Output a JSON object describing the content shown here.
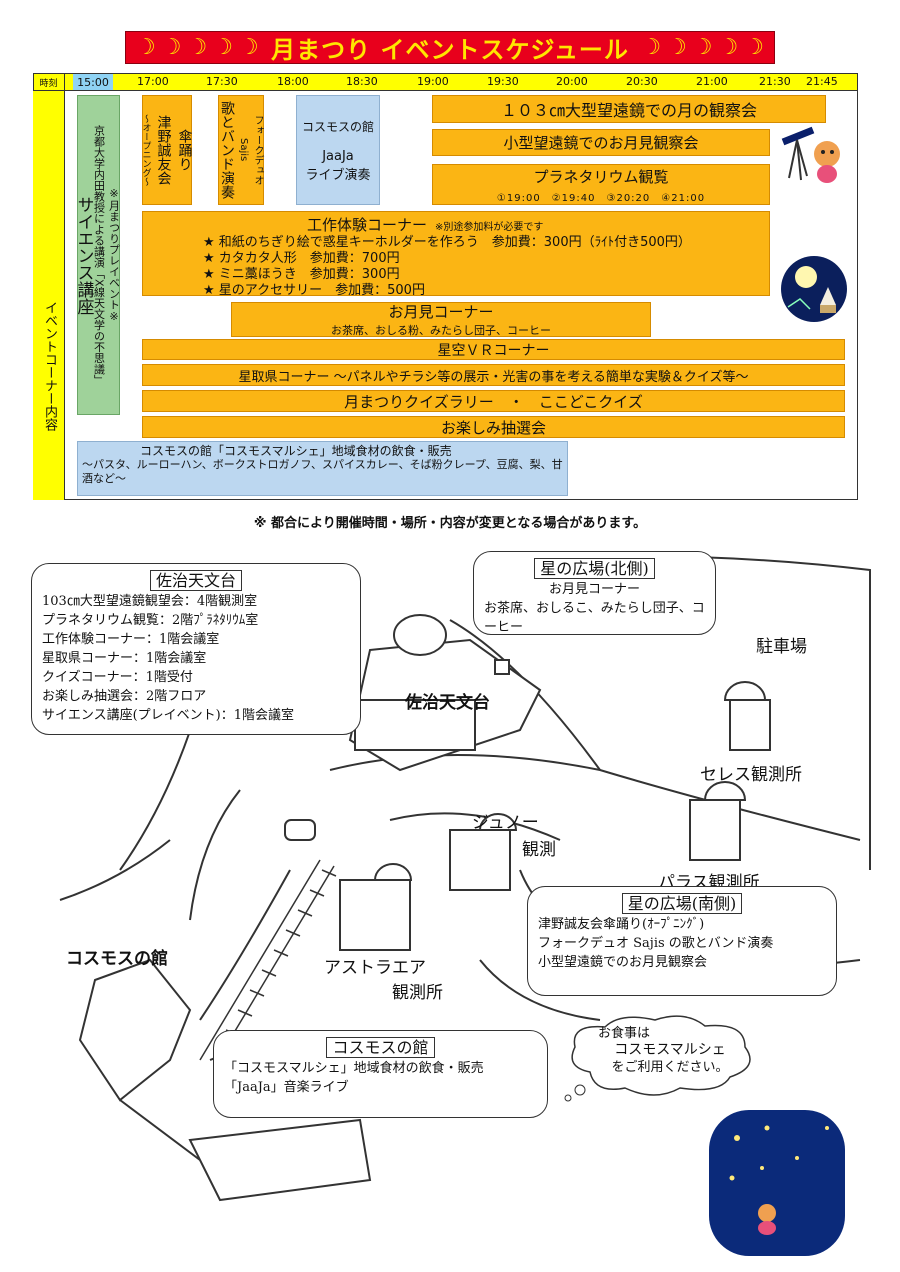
{
  "title": {
    "text": "月まつり イベントスケジュール",
    "moon_glyph": "☽",
    "colors": {
      "banner": "#e8001c",
      "text": "#ffe600"
    }
  },
  "schedule": {
    "corner_label": "時刻",
    "times": [
      "15:00",
      "17:00",
      "17:30",
      "18:00",
      "18:30",
      "19:00",
      "19:30",
      "20:00",
      "20:30",
      "21:00",
      "21:30",
      "21:45"
    ],
    "side_label": "イベントコーナー内容",
    "science": {
      "title": "サイエンス講座",
      "sub1": "京都大学内田教授による講演「X線天文学の不思議」",
      "sub2": "※月まつりプレイベント※"
    },
    "umbrella": {
      "opening": "～オープニング～",
      "line1": "津野誠友会",
      "line2": "傘踊り"
    },
    "fork": {
      "line1": "フォークデュオ",
      "line2": "Sajis",
      "line3": "歌とバンド演奏"
    },
    "cosmos_live": {
      "line1": "コスモスの館",
      "line2": "JaaJa",
      "line3": "ライブ演奏"
    },
    "telescope_103": "１０３㎝大型望遠鏡での月の観察会",
    "small_telescope": "小型望遠鏡でのお月見観察会",
    "planetarium": {
      "title": "プラネタリウム観覧",
      "times": "①19:00　②19:40　③20:20　④21:00"
    },
    "kousaku": {
      "title": "工作体験コーナー",
      "note": "※別途参加料が必要です",
      "items": [
        "★ 和紙のちぎり絵で惑星キーホルダーを作ろう　参加費：300円（ﾗｲﾄ付き500円）",
        "★ カタカタ人形　参加費：700円",
        "★ ミニ藁ほうき　参加費：300円",
        "★ 星のアクセサリー　参加費：500円"
      ]
    },
    "otsukimi": {
      "title": "お月見コーナー",
      "sub": "お茶席、おしる粉、みたらし団子、コーヒー"
    },
    "vr": "星空ＶＲコーナー",
    "hoshitori": "星取県コーナー ～パネルやチラシ等の展示・光害の事を考える簡単な実験＆クイズ等～",
    "quiz": "月まつりクイズラリー　・　ここどこクイズ",
    "lottery": "お楽しみ抽選会",
    "marche": {
      "line1": "コスモスの館「コスモスマルシェ」地域食材の飲食・販売",
      "line2": "～パスタ、ルーローハン、ボークストロガノフ、スパイスカレー、そば粉クレープ、豆腐、梨、甘酒など～"
    }
  },
  "notice": "※ 都合により開催時間・場所・内容が変更となる場合があります。",
  "map": {
    "callout_saji": {
      "title": "佐治天文台",
      "lines": [
        "103㎝大型望遠鏡観望会：4階観測室",
        "プラネタリウム観覧：2階ﾌﾟﾗﾈﾀﾘｳﾑ室",
        "工作体験コーナー：1階会議室",
        "星取県コーナー：1階会議室",
        "クイズコーナー：1階受付",
        "お楽しみ抽選会：2階フロア",
        "サイエンス講座(プレイベント)：1階会議室"
      ]
    },
    "callout_north": {
      "title": "星の広場(北側)",
      "lines": [
        "お月見コーナー",
        "お茶席、おしるこ、みたらし団子、コーヒー"
      ]
    },
    "callout_south": {
      "title": "星の広場(南側)",
      "lines": [
        "津野誠友会傘踊り(ｵｰﾌﾟﾆﾝｸﾞ)",
        "フォークデュオ Sajis の歌とバンド演奏",
        "小型望遠鏡でのお月見観察会"
      ]
    },
    "callout_cosmos": {
      "title": "コスモスの館",
      "lines": [
        "「コスモスマルシェ」地域食材の飲食・販売",
        "「JaaJa」音楽ライブ"
      ]
    },
    "cloud": {
      "line1": "お食事は",
      "line2": "コスモスマルシェ",
      "line3": "をご利用ください。"
    },
    "labels": {
      "saji": "佐治天文台",
      "parking": "駐車場",
      "ceres": "セレス観測所",
      "juno1": "ジュノー",
      "juno2": "観測",
      "pallas": "パラス観測所",
      "astraea1": "アストラエア",
      "astraea2": "観測所",
      "cosmos": "コスモスの館"
    }
  }
}
